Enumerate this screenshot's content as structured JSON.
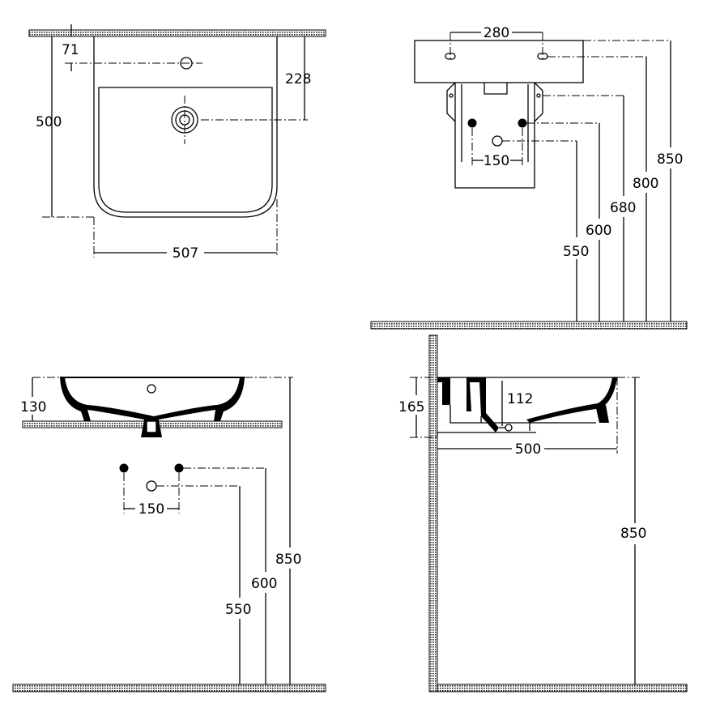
{
  "top_view": {
    "tap_offset": "71",
    "waste_offset": "228",
    "depth": "500",
    "width": "507"
  },
  "front_view_pedestal": {
    "tap_spacing": "280",
    "waste_spacing": "150",
    "height_outlet": "550",
    "height_supply": "600",
    "height_bracket": "680",
    "height_tap": "800",
    "height_rim": "850"
  },
  "front_view_wall": {
    "basin_height": "130",
    "supply_spacing": "150",
    "height_outlet": "550",
    "height_supply": "600",
    "height_rim": "850"
  },
  "side_view": {
    "basin_height": "165",
    "bowl_depth": "112",
    "projection": "500",
    "height_rim": "850"
  },
  "colors": {
    "line": "#000000",
    "background": "#ffffff"
  },
  "icons": [
    "floor-hatch",
    "wall-hatch",
    "tap-hole",
    "waste-hole",
    "supply-point"
  ]
}
